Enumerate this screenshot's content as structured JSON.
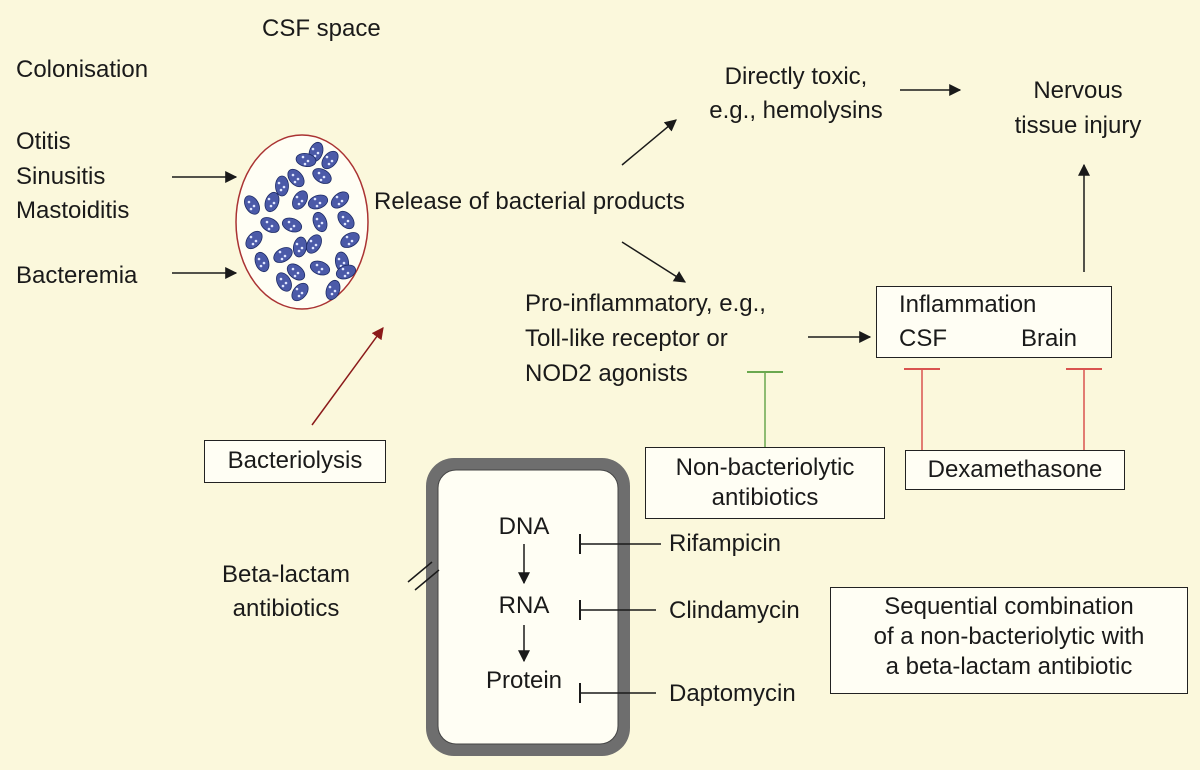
{
  "labels": {
    "csf_space": "CSF space",
    "colonisation": "Colonisation",
    "otitis": "Otitis",
    "sinusitis": "Sinusitis",
    "mastoiditis": "Mastoiditis",
    "bacteremia": "Bacteremia",
    "release": "Release of bacterial products",
    "toxic_1": "Directly toxic,",
    "toxic_2": "e.g., hemolysins",
    "nervous_1": "Nervous",
    "nervous_2": "tissue injury",
    "proinf_1": "Pro-inflammatory, e.g.,",
    "proinf_2": "Toll-like receptor or",
    "proinf_3": "NOD2 agonists",
    "inflammation": "Inflammation",
    "csf": "CSF",
    "brain": "Brain",
    "bacteriolysis": "Bacteriolysis",
    "nonbact_1": "Non-bacteriolytic",
    "nonbact_2": "antibiotics",
    "dexamethasone": "Dexamethasone",
    "dna": "DNA",
    "rna": "RNA",
    "protein": "Protein",
    "rifampicin": "Rifampicin",
    "clindamycin": "Clindamycin",
    "daptomycin": "Daptomycin",
    "beta_1": "Beta-lactam",
    "beta_2": "antibiotics",
    "seq_1": "Sequential combination",
    "seq_2": "of a non-bacteriolytic with",
    "seq_3": "a beta-lactam antibiotic"
  },
  "colors": {
    "background": "#fbf8dc",
    "arrow": "#1a1a1a",
    "bacteriolysis_arrow": "#8b1a1a",
    "dexamethasone_inhibit": "#d9534f",
    "antibiotic_inhibit": "#6aa84f",
    "bacteria_fill": "#4b5aa8",
    "bacteria_dot": "#dfe6ff",
    "csf_ellipse": "#a33"
  }
}
